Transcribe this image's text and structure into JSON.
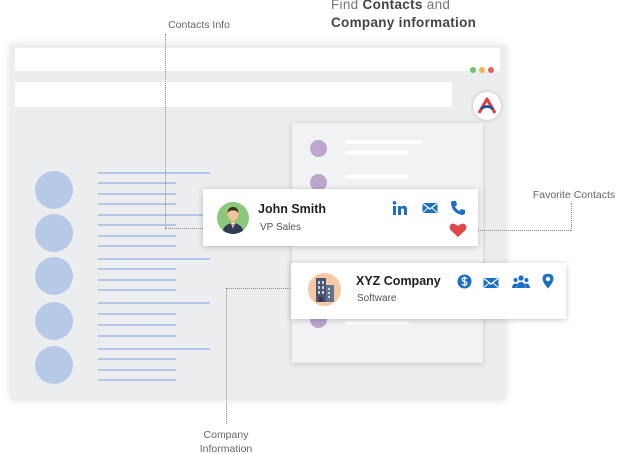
{
  "headline": {
    "prefix": "Find",
    "contacts": "Contacts",
    "and": "and",
    "company_info": "Company information"
  },
  "callouts": {
    "contacts_info": "Contacts Info",
    "favorite_contacts": "Favorite Contacts",
    "company_info_line1": "Company",
    "company_info_line2": "Information"
  },
  "contact_card": {
    "name": "John Smith",
    "title": "VP Sales",
    "icons": [
      "linkedin-icon",
      "email-icon",
      "phone-icon",
      "heart-icon"
    ]
  },
  "company_card": {
    "name": "XYZ Company",
    "industry": "Software",
    "icons": [
      "dollar-icon",
      "email-icon",
      "people-icon",
      "location-pin-icon"
    ]
  },
  "colors": {
    "accent_blue": "#1c6fc7",
    "heart_red": "#e04848",
    "avatar_blue": "#b6c9e6",
    "dot_purple": "#bca6d0",
    "building_orange": "#f6c9a4"
  }
}
